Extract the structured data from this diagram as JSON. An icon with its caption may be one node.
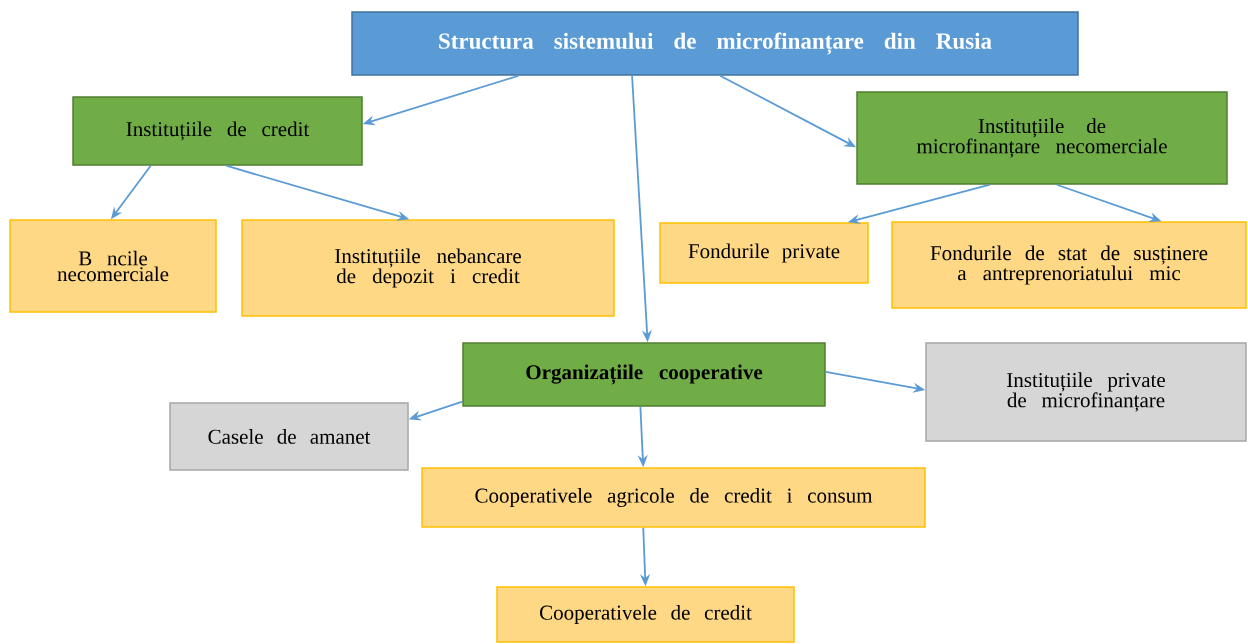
{
  "diagram": {
    "nodes": [
      {
        "text": [
          "Structura sistemului de microfinanțare din Rusia"
        ]
      },
      {
        "text": [
          "Instituțiile de credit"
        ]
      },
      {
        "text": [
          "Instituțiile de microfinanțare necomerciale"
        ]
      },
      {
        "text": [
          "B  ncile necomerciale"
        ]
      },
      {
        "text": [
          "Instituțiile nebancare de depozit  i credit"
        ]
      },
      {
        "text": [
          "Fondurile private"
        ]
      },
      {
        "text": [
          "Fondurile de stat de susținere a antreprenoriatului mic"
        ]
      },
      {
        "text": [
          "Organizațiile cooperative"
        ]
      },
      {
        "text": [
          "Instituțiile private de microfinanțare"
        ]
      },
      {
        "text": [
          "Casele de amanet"
        ]
      },
      {
        "text": [
          "Cooperativele agricole de credit  i consum"
        ]
      },
      {
        "text": [
          "Cooperativele de credit"
        ]
      }
    ],
    "edges": [
      {
        "from": 0,
        "to": 1,
        "arrow": "to"
      },
      {
        "from": 0,
        "to": 2,
        "arrow": "to"
      },
      {
        "from": 0,
        "to": 7,
        "arrow": "to"
      },
      {
        "from": 1,
        "to": 3,
        "arrow": "to"
      },
      {
        "from": 1,
        "to": 4,
        "arrow": "to"
      },
      {
        "from": 2,
        "to": 5,
        "arrow": "to"
      },
      {
        "from": 2,
        "to": 6,
        "arrow": "to"
      },
      {
        "from": 7,
        "to": 9,
        "arrow": "to"
      },
      {
        "from": 7,
        "to": 8,
        "arrow": "to"
      },
      {
        "from": 7,
        "to": 10,
        "arrow": "to"
      },
      {
        "from": 10,
        "to": 11,
        "arrow": "to"
      }
    ]
  }
}
